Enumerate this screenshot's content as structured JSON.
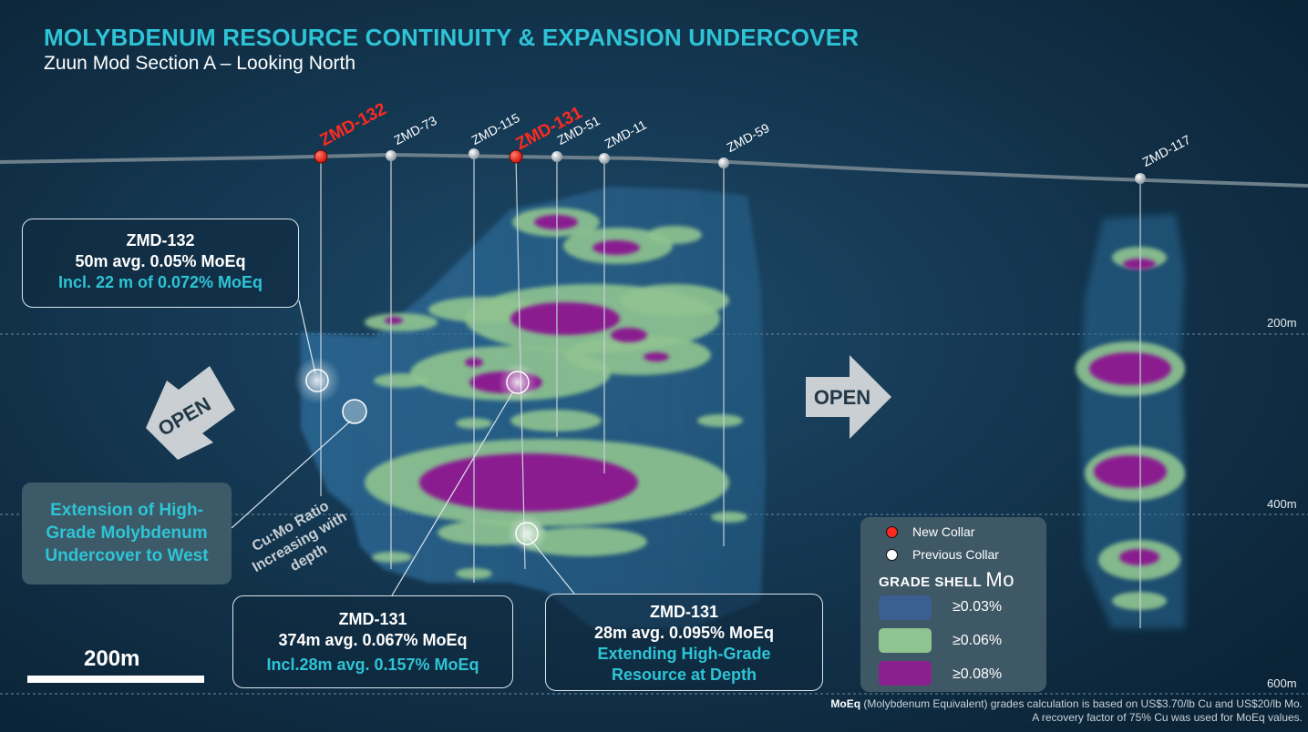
{
  "header": {
    "title": "MOLYBDENUM RESOURCE CONTINUITY & EXPANSION UNDERCOVER",
    "subtitle": "Zuun Mod Section A – Looking North"
  },
  "holes": {
    "zmd132": "ZMD-132",
    "zmd73": "ZMD-73",
    "zmd115": "ZMD-115",
    "zmd131": "ZMD-131",
    "zmd51": "ZMD-51",
    "zmd11": "ZMD-11",
    "zmd59": "ZMD-59",
    "zmd117": "ZMD-117"
  },
  "depths": {
    "d200": "200m",
    "d400": "400m",
    "d600": "600m"
  },
  "arrows": {
    "west": "OPEN",
    "east": "OPEN"
  },
  "callouts": {
    "zmd132": {
      "title": "ZMD-132",
      "line1": "50m avg. 0.05% MoEq",
      "line2": "Incl. 22 m of 0.072% MoEq"
    },
    "zmd131_main": {
      "title": "ZMD-131",
      "line1": "374m  avg. 0.067% MoEq",
      "line2": "Incl.28m avg. 0.157% MoEq"
    },
    "zmd131_depth": {
      "title": "ZMD-131",
      "line1": "28m avg.  0.095% MoEq",
      "line2": "Extending High-Grade",
      "line3": "Resource at Depth"
    }
  },
  "west_box": {
    "line1": "Extension of High-",
    "line2": "Grade Molybdenum",
    "line3": "Undercover to West"
  },
  "ratio_note": {
    "line1": "Cu:Mo Ratio",
    "line2": "Increasing with",
    "line3": "depth"
  },
  "scale": {
    "label": "200m"
  },
  "legend": {
    "new_collar": "New Collar",
    "previous_collar": "Previous Collar",
    "heading": "GRADE SHELL",
    "heading_element": "Mo",
    "shells": [
      {
        "label": "≥0.03%",
        "color": "#3b5f90"
      },
      {
        "label": "≥0.06%",
        "color": "#8fc390"
      },
      {
        "label": "≥0.08%",
        "color": "#8a1f8f"
      }
    ]
  },
  "footnote": {
    "bold": "MoEq",
    "line1": " (Molybdenum Equivalent) grades calculation is based on US$3.70/lb Cu and US$20/lb Mo.",
    "line2": "A recovery factor of 75% Cu was used for MoEq values."
  },
  "colors": {
    "background": "#0e2a40",
    "accent": "#2ec4d6",
    "new_collar": "#ff2a1f",
    "shell_low": "#3b5f90",
    "shell_mid": "#8fc390",
    "shell_high": "#8a1f8f"
  }
}
